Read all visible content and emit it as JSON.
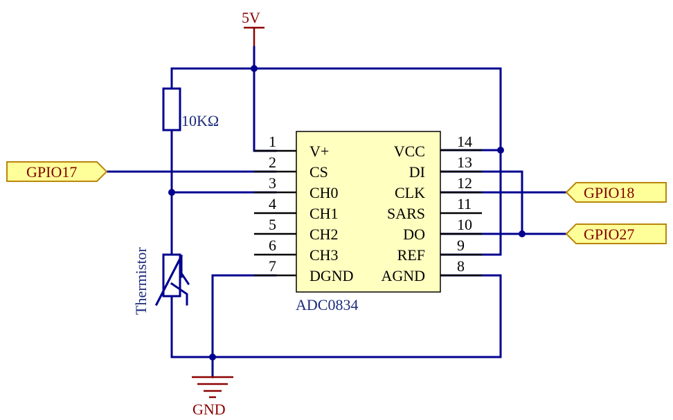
{
  "power": {
    "vcc_label": "5V",
    "gnd_label": "GND"
  },
  "chip": {
    "name": "ADC0834",
    "left_pins": [
      {
        "num": "1",
        "label": "V+"
      },
      {
        "num": "2",
        "label": "CS"
      },
      {
        "num": "3",
        "label": "CH0"
      },
      {
        "num": "4",
        "label": "CH1"
      },
      {
        "num": "5",
        "label": "CH2"
      },
      {
        "num": "6",
        "label": "CH3"
      },
      {
        "num": "7",
        "label": "DGND"
      }
    ],
    "right_pins": [
      {
        "num": "14",
        "label": "VCC"
      },
      {
        "num": "13",
        "label": "DI"
      },
      {
        "num": "12",
        "label": "CLK"
      },
      {
        "num": "11",
        "label": "SARS"
      },
      {
        "num": "10",
        "label": "DO"
      },
      {
        "num": "9",
        "label": "REF"
      },
      {
        "num": "8",
        "label": "AGND"
      }
    ]
  },
  "components": {
    "resistor_label": "10KΩ",
    "thermistor_label": "Thermistor"
  },
  "ports": {
    "left": "GPIO17",
    "right_top": "GPIO18",
    "right_bottom": "GPIO27"
  },
  "colors": {
    "wire": "#00008f",
    "chip_fill": "#ffffc0",
    "tag_fill": "#ffff99",
    "power": "#8b0000"
  }
}
